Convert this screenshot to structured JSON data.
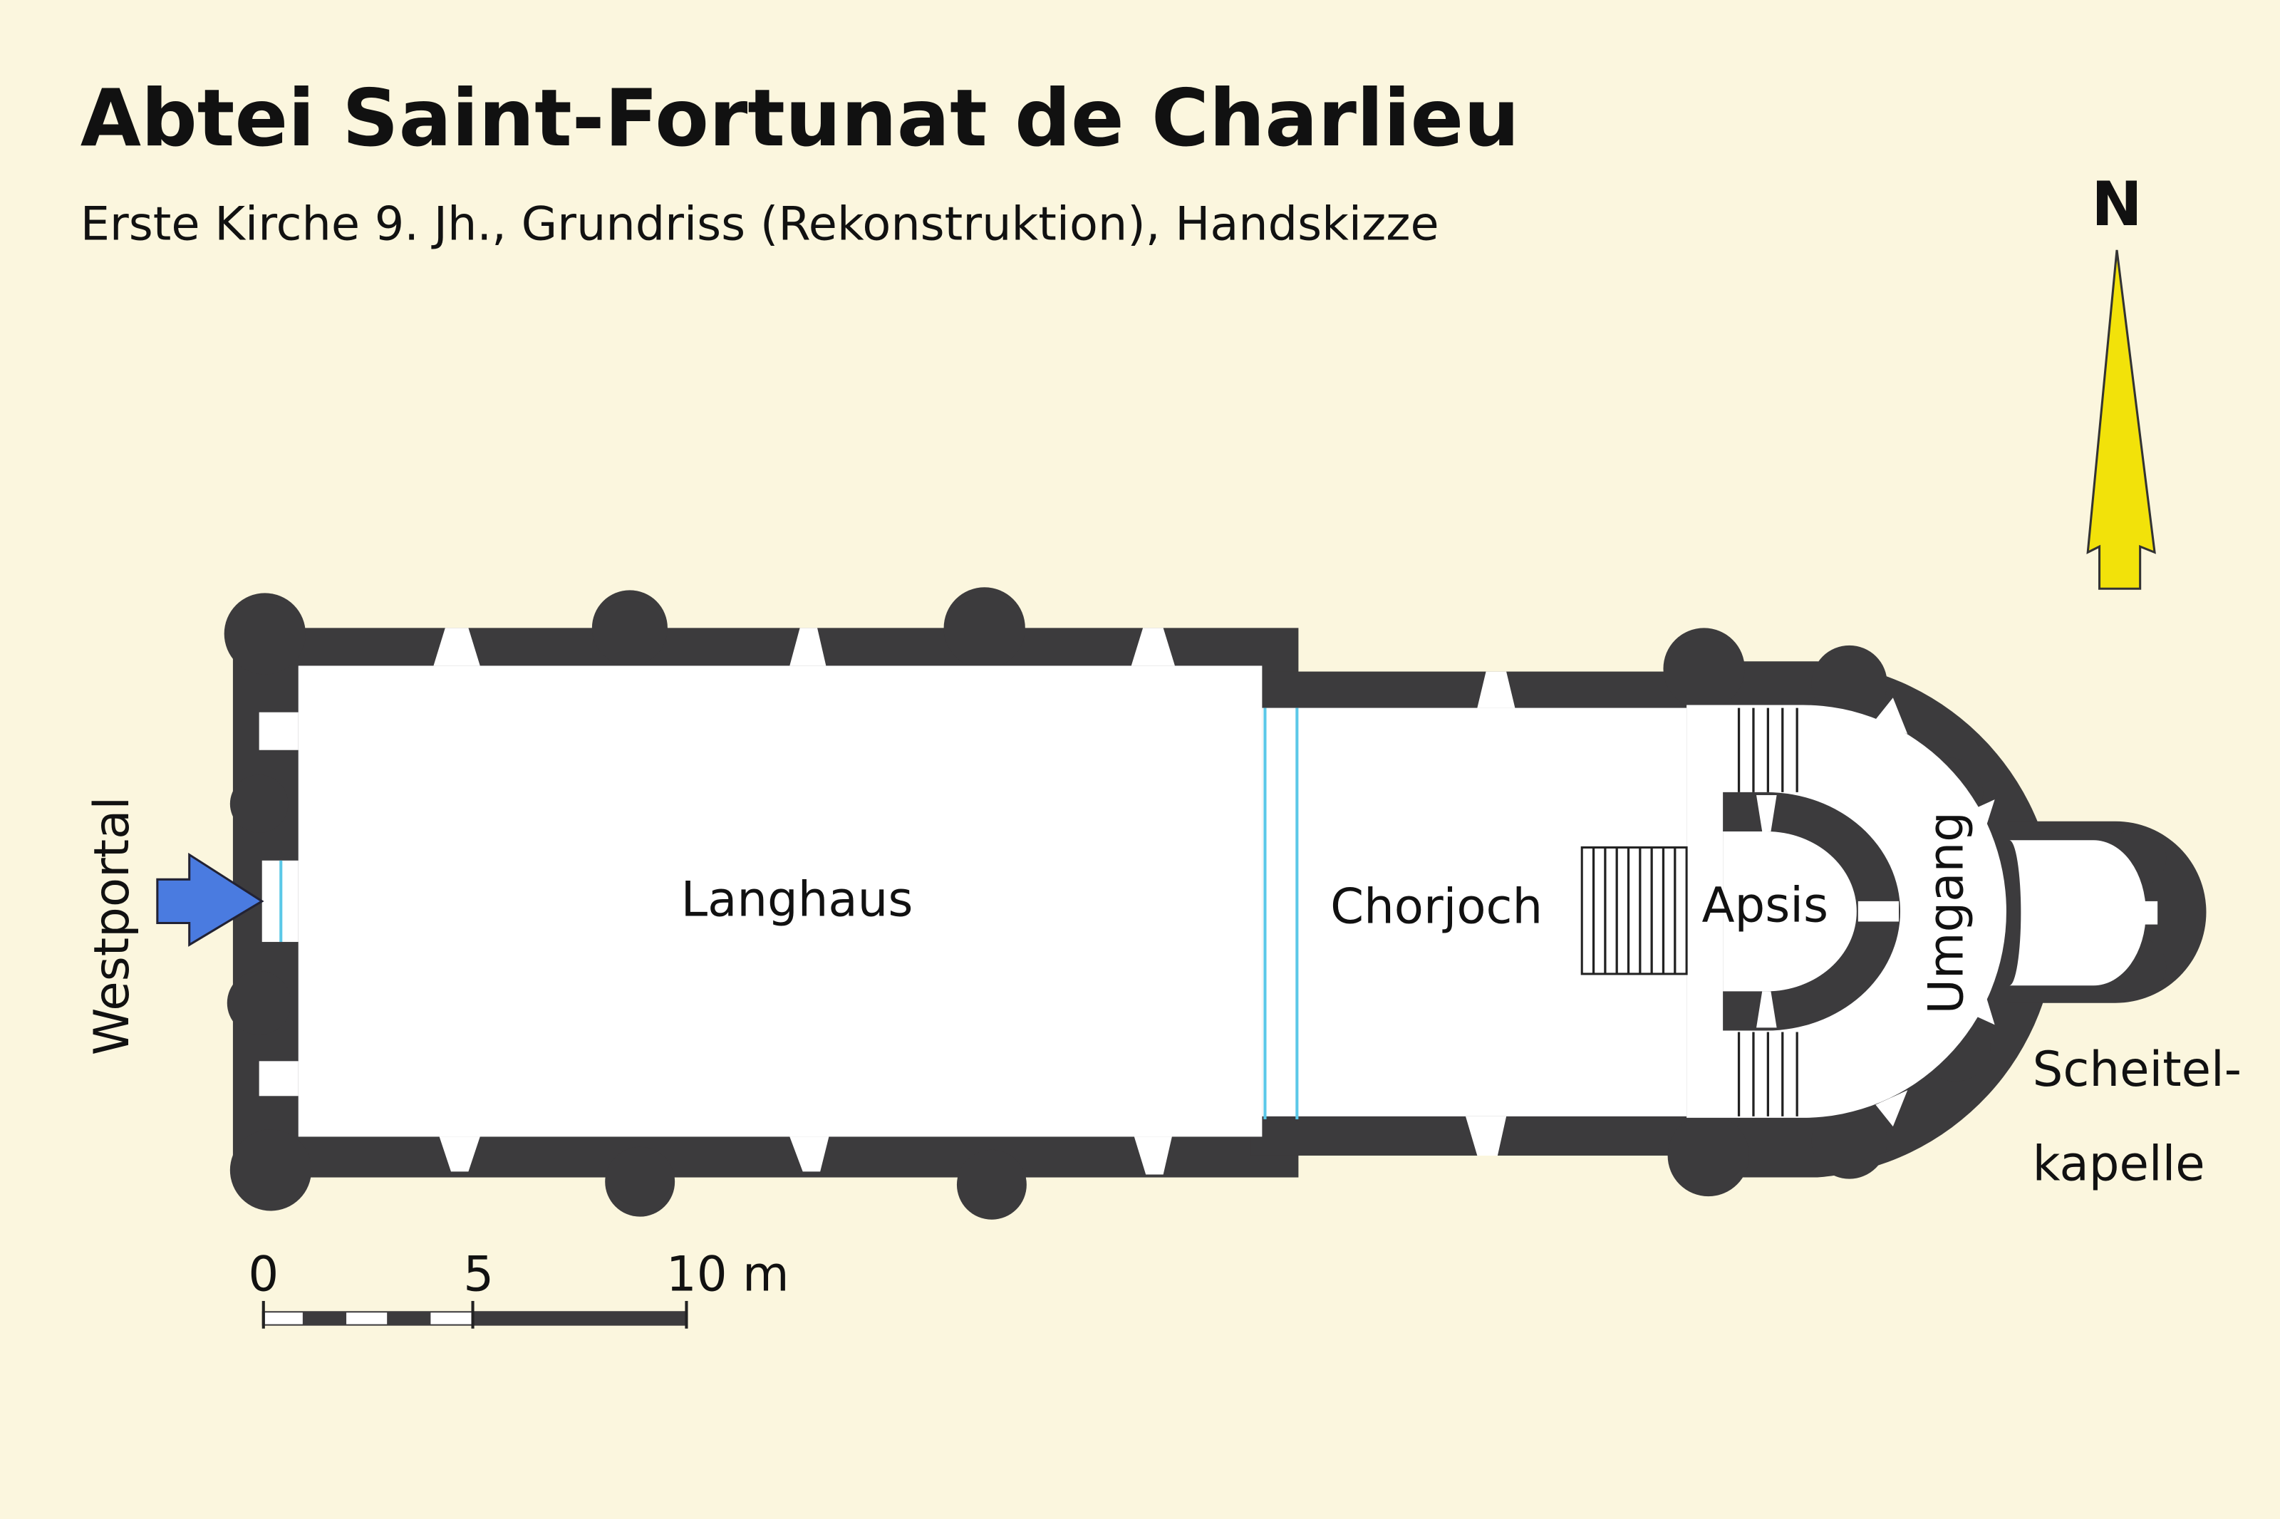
{
  "title": "Abtei Saint-Fortunat de Charlieu",
  "subtitle": "Erste Kirche 9. Jh., Grundriss (Rekonstruktion), Handskizze",
  "north_arrow": {
    "label": "N",
    "color": "#f2e20a"
  },
  "labels": {
    "langhaus": "Langhaus",
    "chorjoch": "Chorjoch",
    "apsis": "Apsis",
    "umgang": "Umgang",
    "scheitelkapelle_1": "Scheitel-",
    "scheitelkapelle_2": "kapelle",
    "westportal": "Westportal"
  },
  "scale_bar": {
    "ticks": [
      "0",
      "5",
      "10 m"
    ]
  },
  "colors": {
    "background": "#fbf6de",
    "walls": "#3c3b3d",
    "entrance_arrow": "#4a7be0",
    "steps_line": "#5bc8e8"
  }
}
